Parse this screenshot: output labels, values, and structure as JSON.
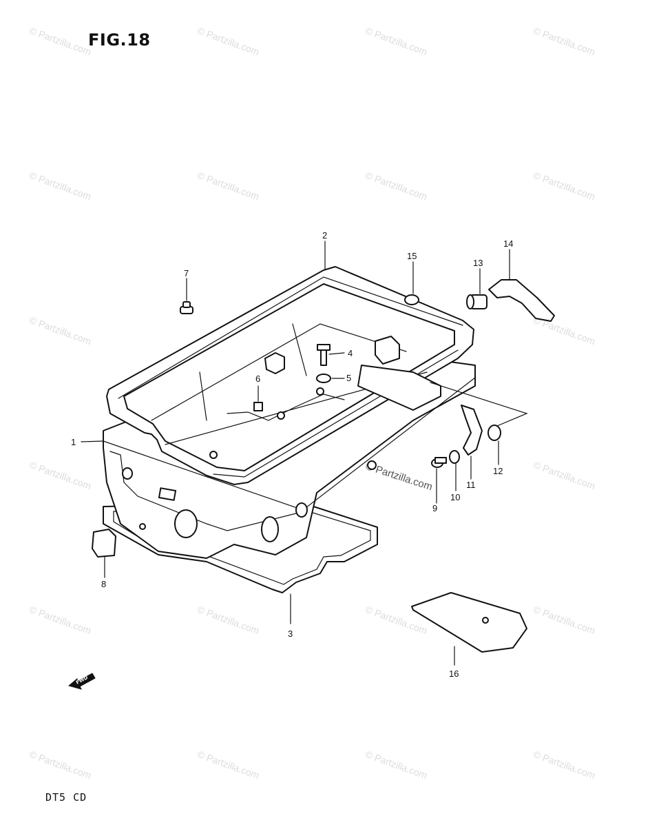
{
  "figure": {
    "title": "FIG.18",
    "model_code": "DT5 CD"
  },
  "watermark": {
    "text": "© Partzilla.com",
    "center_text": "© Partzilla.com"
  },
  "callouts": [
    {
      "id": "c1",
      "label": "1"
    },
    {
      "id": "c2",
      "label": "2"
    },
    {
      "id": "c3",
      "label": "3"
    },
    {
      "id": "c4",
      "label": "4"
    },
    {
      "id": "c5",
      "label": "5"
    },
    {
      "id": "c6",
      "label": "6"
    },
    {
      "id": "c7",
      "label": "7"
    },
    {
      "id": "c8",
      "label": "8"
    },
    {
      "id": "c9",
      "label": "9"
    },
    {
      "id": "c10",
      "label": "10"
    },
    {
      "id": "c11",
      "label": "11"
    },
    {
      "id": "c12",
      "label": "12"
    },
    {
      "id": "c13",
      "label": "13"
    },
    {
      "id": "c14",
      "label": "14"
    },
    {
      "id": "c15",
      "label": "15"
    },
    {
      "id": "c16",
      "label": "16"
    }
  ],
  "direction_marker": {
    "label": "FWD",
    "icon": "forward-arrow-icon"
  }
}
